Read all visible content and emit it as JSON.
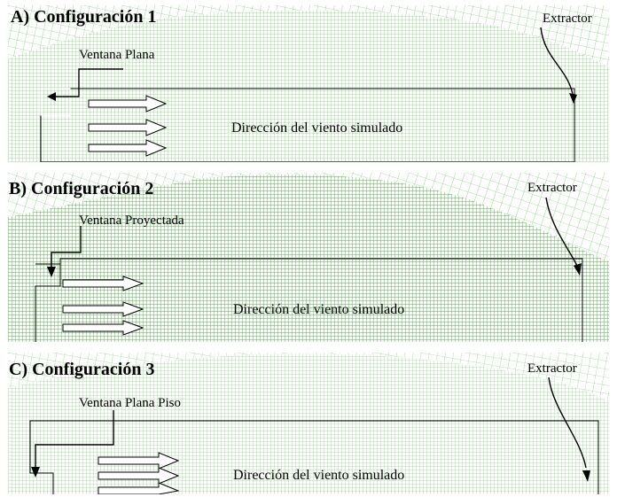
{
  "panels": [
    {
      "title": "A) Configuración 1",
      "window_label": "Ventana Plana",
      "extractor_label": "Extractor",
      "wind_label": "Dirección del viento simulado"
    },
    {
      "title": "B) Configuración 2",
      "window_label": "Ventana Proyectada",
      "extractor_label": "Extractor",
      "wind_label": "Dirección del viento simulado"
    },
    {
      "title": "C) Configuración 3",
      "window_label": "Ventana Plana Piso",
      "extractor_label": "Extractor",
      "wind_label": "Dirección del viento simulado"
    }
  ],
  "colors": {
    "mesh_line": "#5cbf4e",
    "mesh_dense": "#7ccc70",
    "arrow_fill": "#ffffff",
    "outline": "#000000"
  }
}
